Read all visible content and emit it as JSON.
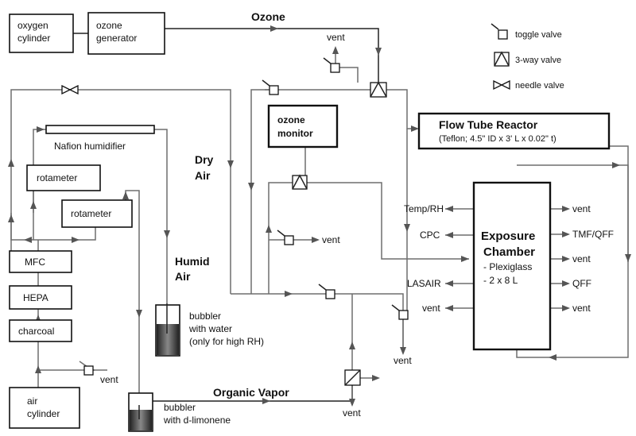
{
  "sources": {
    "oxygen_cylinder": [
      "oxygen",
      "cylinder"
    ],
    "ozone_generator": [
      "ozone",
      "generator"
    ],
    "air_cylinder": [
      "air",
      "cylinder"
    ]
  },
  "components": {
    "nafion": "Nafion humidifier",
    "rotameter_1": "rotameter",
    "rotameter_2": "rotameter",
    "mfc": "MFC",
    "hepa": "HEPA",
    "charcoal": "charcoal",
    "ozone_monitor": [
      "ozone",
      "monitor"
    ],
    "flow_tube_title": "Flow Tube Reactor",
    "flow_tube_sub": "(Teflon; 4.5\" ID x 3' L x 0.02\" t)",
    "chamber": [
      "Exposure",
      "Chamber",
      "- Plexiglass",
      "- 2 x 8 L"
    ]
  },
  "stream_labels": {
    "ozone": "Ozone",
    "dry_air": [
      "Dry",
      "Air"
    ],
    "humid_air": [
      "Humid",
      "Air"
    ],
    "organic_vapor": "Organic Vapor"
  },
  "bubblers": {
    "water": [
      "bubbler",
      "with water",
      "(only for high RH)"
    ],
    "limonene": [
      "bubbler",
      "with d-limonene"
    ]
  },
  "chamber_ports": {
    "left": [
      "Temp/RH",
      "CPC",
      "LASAIR",
      "vent"
    ],
    "right": [
      "vent",
      "TMF/QFF",
      "vent",
      "QFF",
      "vent"
    ]
  },
  "vents": {
    "top": "vent",
    "middle": "vent",
    "bottom_right": "vent",
    "organic": "vent",
    "air_cylinder": "vent"
  },
  "legend": {
    "toggle": "toggle valve",
    "three_way": "3-way valve",
    "needle": "needle valve"
  }
}
